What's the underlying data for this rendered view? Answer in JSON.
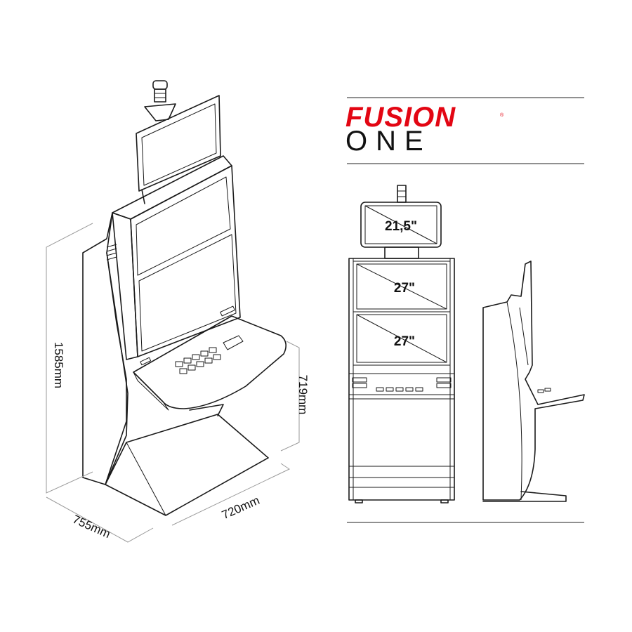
{
  "brand": {
    "name": "FUSION",
    "registered_mark": "®",
    "model": "ONE",
    "brand_color": "#e30613"
  },
  "dimensions": {
    "height": "1585mm",
    "depth": "755mm",
    "width": "720mm",
    "deck_height": "719mm"
  },
  "screens": {
    "topper": "21,5\"",
    "upper": "27\"",
    "lower": "27\""
  },
  "icons": {
    "tower_light": "tower-light-icon"
  }
}
